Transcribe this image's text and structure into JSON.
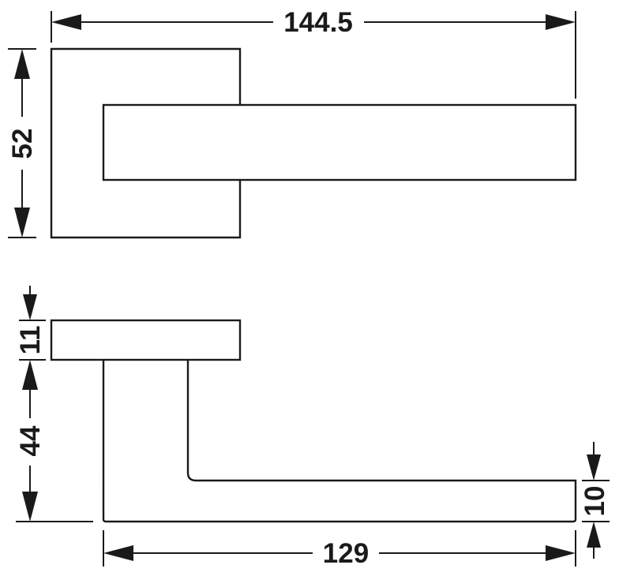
{
  "dimensions": {
    "overall_width": "144.5",
    "rose_height": "52",
    "rose_thickness": "11",
    "lever_projection": "44",
    "lever_length": "129",
    "lever_thickness": "10"
  }
}
